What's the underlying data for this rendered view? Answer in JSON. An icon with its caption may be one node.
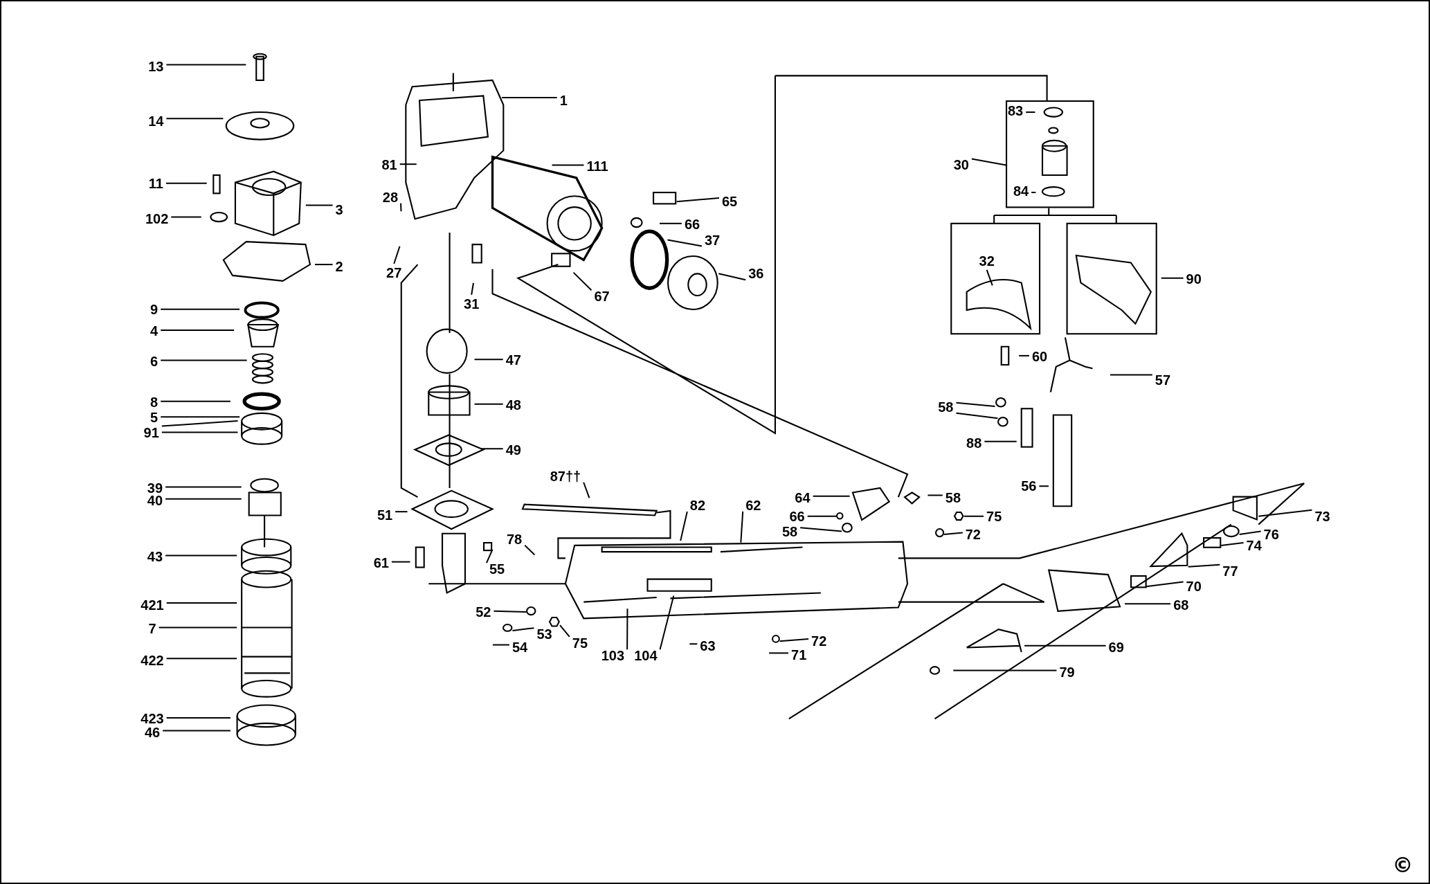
{
  "diagram": {
    "nodes": [
      {
        "text": [
          "13"
        ]
      },
      {
        "text": [
          "14"
        ]
      },
      {
        "text": [
          "11"
        ]
      },
      {
        "text": [
          "102"
        ]
      },
      {
        "text": [
          "3"
        ]
      },
      {
        "text": [
          "2"
        ]
      },
      {
        "text": [
          "9"
        ]
      },
      {
        "text": [
          "4"
        ]
      },
      {
        "text": [
          "6"
        ]
      },
      {
        "text": [
          "8"
        ]
      },
      {
        "text": [
          "5"
        ]
      },
      {
        "text": [
          "91"
        ]
      },
      {
        "text": [
          "39"
        ]
      },
      {
        "text": [
          "40"
        ]
      },
      {
        "text": [
          "43"
        ]
      },
      {
        "text": [
          "421"
        ]
      },
      {
        "text": [
          "7"
        ]
      },
      {
        "text": [
          "422"
        ]
      },
      {
        "text": [
          "423"
        ]
      },
      {
        "text": [
          "46"
        ]
      },
      {
        "text": [
          "1"
        ]
      },
      {
        "text": [
          "81"
        ]
      },
      {
        "text": [
          "28"
        ]
      },
      {
        "text": [
          "27"
        ]
      },
      {
        "text": [
          "111"
        ]
      },
      {
        "text": [
          "65"
        ]
      },
      {
        "text": [
          "66"
        ]
      },
      {
        "text": [
          "37"
        ]
      },
      {
        "text": [
          "36"
        ]
      },
      {
        "text": [
          "67"
        ]
      },
      {
        "text": [
          "31"
        ]
      },
      {
        "text": [
          "47"
        ]
      },
      {
        "text": [
          "48"
        ]
      },
      {
        "text": [
          "49"
        ]
      },
      {
        "text": [
          "51"
        ]
      },
      {
        "text": [
          "61"
        ]
      },
      {
        "text": [
          "55"
        ]
      },
      {
        "text": [
          "87††"
        ]
      },
      {
        "text": [
          "82"
        ]
      },
      {
        "text": [
          "62"
        ]
      },
      {
        "text": [
          "78"
        ]
      },
      {
        "text": [
          "52"
        ]
      },
      {
        "text": [
          "53"
        ]
      },
      {
        "text": [
          "54"
        ]
      },
      {
        "text": [
          "75"
        ]
      },
      {
        "text": [
          "103"
        ]
      },
      {
        "text": [
          "104"
        ]
      },
      {
        "text": [
          "63"
        ]
      },
      {
        "text": [
          "71"
        ]
      },
      {
        "text": [
          "72"
        ]
      },
      {
        "text": [
          "64"
        ]
      },
      {
        "text": [
          "66"
        ]
      },
      {
        "text": [
          "58"
        ]
      },
      {
        "text": [
          "58"
        ]
      },
      {
        "text": [
          "75"
        ]
      },
      {
        "text": [
          "72"
        ]
      },
      {
        "text": [],
        "shape": "box"
      },
      {
        "text": [
          "83"
        ],
        "in": 56
      },
      {
        "text": [
          "30"
        ]
      },
      {
        "text": [
          "84"
        ],
        "in": 56
      },
      {
        "text": [
          "32"
        ]
      },
      {
        "text": [
          "90"
        ]
      },
      {
        "text": [
          "60"
        ]
      },
      {
        "text": [
          "57"
        ]
      },
      {
        "text": [
          "58"
        ]
      },
      {
        "text": [
          "88"
        ]
      },
      {
        "text": [
          "56"
        ]
      },
      {
        "text": [
          "73"
        ]
      },
      {
        "text": [
          "76"
        ]
      },
      {
        "text": [
          "74"
        ]
      },
      {
        "text": [
          "77"
        ]
      },
      {
        "text": [
          "70"
        ]
      },
      {
        "text": [
          "68"
        ]
      },
      {
        "text": [
          "69"
        ]
      },
      {
        "text": [
          "79"
        ]
      },
      {
        "text": [],
        "shape": "box"
      },
      {
        "text": [],
        "shape": "circle"
      },
      {
        "text": [],
        "shape": "circle"
      },
      {
        "text": [],
        "shape": "circle"
      },
      {
        "text": [],
        "shape": "circle"
      },
      {
        "text": [],
        "shape": "hexagon"
      },
      {
        "text": [],
        "shape": "circle"
      },
      {
        "text": [],
        "shape": "circle"
      },
      {
        "text": [],
        "shape": "hexagon"
      },
      {
        "text": [],
        "shape": "circle"
      },
      {
        "text": [],
        "shape": "circle"
      },
      {
        "text": [],
        "shape": "circle"
      },
      {
        "text": [],
        "shape": "polygon"
      },
      {
        "text": [],
        "shape": "circle"
      },
      {
        "text": [],
        "shape": "box"
      },
      {
        "text": [],
        "shape": "polygon"
      },
      {
        "text": [],
        "shape": "box"
      },
      {
        "text": [],
        "shape": "box"
      },
      {
        "text": [],
        "shape": "circle"
      }
    ],
    "edges": [
      {
        "from": 0,
        "to": null,
        "arrow": "none"
      },
      {
        "from": 1,
        "to": null,
        "arrow": "none"
      },
      {
        "from": 2,
        "to": null,
        "arrow": "none"
      },
      {
        "from": 3,
        "to": null,
        "arrow": "none"
      },
      {
        "from": 4,
        "to": null,
        "arrow": "none"
      },
      {
        "from": 5,
        "to": null,
        "arrow": "none"
      },
      {
        "from": 6,
        "to": null,
        "arrow": "none"
      },
      {
        "from": 7,
        "to": null,
        "arrow": "none"
      },
      {
        "from": 8,
        "to": null,
        "arrow": "none"
      },
      {
        "from": 9,
        "to": null,
        "arrow": "none"
      },
      {
        "from": 10,
        "to": null,
        "arrow": "none"
      },
      {
        "from": 11,
        "to": null,
        "arrow": "none"
      },
      {
        "from": 11,
        "to": null,
        "arrow": "none"
      },
      {
        "from": 12,
        "to": null,
        "arrow": "none"
      },
      {
        "from": 13,
        "to": null,
        "arrow": "none"
      },
      {
        "from": 14,
        "to": null,
        "arrow": "none"
      },
      {
        "from": 15,
        "to": null,
        "arrow": "none"
      },
      {
        "from": 16,
        "to": null,
        "arrow": "none"
      },
      {
        "from": 17,
        "to": null,
        "arrow": "none"
      },
      {
        "from": 18,
        "to": null,
        "arrow": "none"
      },
      {
        "from": 19,
        "to": null,
        "arrow": "none"
      },
      {
        "from": 20,
        "to": null,
        "arrow": "none"
      },
      {
        "from": 21,
        "to": null,
        "arrow": "none"
      },
      {
        "from": 22,
        "to": null,
        "arrow": "none"
      },
      {
        "from": 23,
        "to": null,
        "arrow": "none"
      },
      {
        "from": 24,
        "to": null,
        "arrow": "none"
      },
      {
        "from": 25,
        "to": 75,
        "arrow": "none"
      },
      {
        "from": 26,
        "to": null,
        "arrow": "none"
      },
      {
        "from": 27,
        "to": 76,
        "arrow": "none"
      },
      {
        "from": 28,
        "to": 77,
        "arrow": "none"
      },
      {
        "from": 29,
        "to": null,
        "arrow": "none"
      },
      {
        "from": 30,
        "to": null,
        "arrow": "none"
      },
      {
        "from": 31,
        "to": null,
        "arrow": "none"
      },
      {
        "from": 32,
        "to": null,
        "arrow": "none"
      },
      {
        "from": 33,
        "to": null,
        "arrow": "none"
      },
      {
        "from": 34,
        "to": null,
        "arrow": "none"
      },
      {
        "from": 35,
        "to": null,
        "arrow": "none"
      },
      {
        "from": 36,
        "to": 92,
        "arrow": "none"
      },
      {
        "from": 37,
        "to": null,
        "arrow": "none"
      },
      {
        "from": 38,
        "to": null,
        "arrow": "none"
      },
      {
        "from": 39,
        "to": null,
        "arrow": "none"
      },
      {
        "from": 40,
        "to": null,
        "arrow": "none"
      },
      {
        "from": 41,
        "to": 78,
        "arrow": "none"
      },
      {
        "from": 42,
        "to": 79,
        "arrow": "none"
      },
      {
        "from": 43,
        "to": null,
        "arrow": "none"
      },
      {
        "from": 44,
        "to": 80,
        "arrow": "none"
      },
      {
        "from": 45,
        "to": null,
        "arrow": "none"
      },
      {
        "from": 46,
        "to": null,
        "arrow": "none"
      },
      {
        "from": 47,
        "to": null,
        "arrow": "none"
      },
      {
        "from": 48,
        "to": null,
        "arrow": "none"
      },
      {
        "from": 49,
        "to": 81,
        "arrow": "none"
      },
      {
        "from": 50,
        "to": null,
        "arrow": "none"
      },
      {
        "from": 51,
        "to": 93,
        "arrow": "none"
      },
      {
        "from": 52,
        "to": 82,
        "arrow": "none"
      },
      {
        "from": 53,
        "to": null,
        "arrow": "none"
      },
      {
        "from": 54,
        "to": 83,
        "arrow": "none"
      },
      {
        "from": 55,
        "to": 84,
        "arrow": "none"
      },
      {
        "from": 57,
        "to": null,
        "arrow": "none"
      },
      {
        "from": 58,
        "to": 56,
        "arrow": "none"
      },
      {
        "from": 59,
        "to": null,
        "arrow": "none"
      },
      {
        "from": 60,
        "to": null,
        "arrow": "none"
      },
      {
        "from": 61,
        "to": null,
        "arrow": "none"
      },
      {
        "from": 62,
        "to": null,
        "arrow": "none"
      },
      {
        "from": 63,
        "to": null,
        "arrow": "none"
      },
      {
        "from": 64,
        "to": 85,
        "arrow": "none"
      },
      {
        "from": 64,
        "to": 86,
        "arrow": "none"
      },
      {
        "from": 65,
        "to": null,
        "arrow": "none"
      },
      {
        "from": 66,
        "to": null,
        "arrow": "none"
      },
      {
        "from": 67,
        "to": 87,
        "arrow": "none"
      },
      {
        "from": 68,
        "to": 88,
        "arrow": "none"
      },
      {
        "from": 69,
        "to": 89,
        "arrow": "none"
      },
      {
        "from": 70,
        "to": 90,
        "arrow": "none"
      },
      {
        "from": 71,
        "to": 91,
        "arrow": "none"
      },
      {
        "from": 72,
        "to": null,
        "arrow": "none"
      },
      {
        "from": 73,
        "to": null,
        "arrow": "none"
      },
      {
        "from": 74,
        "to": null,
        "arrow": "none"
      }
    ],
    "labels": [
      "©"
    ]
  }
}
